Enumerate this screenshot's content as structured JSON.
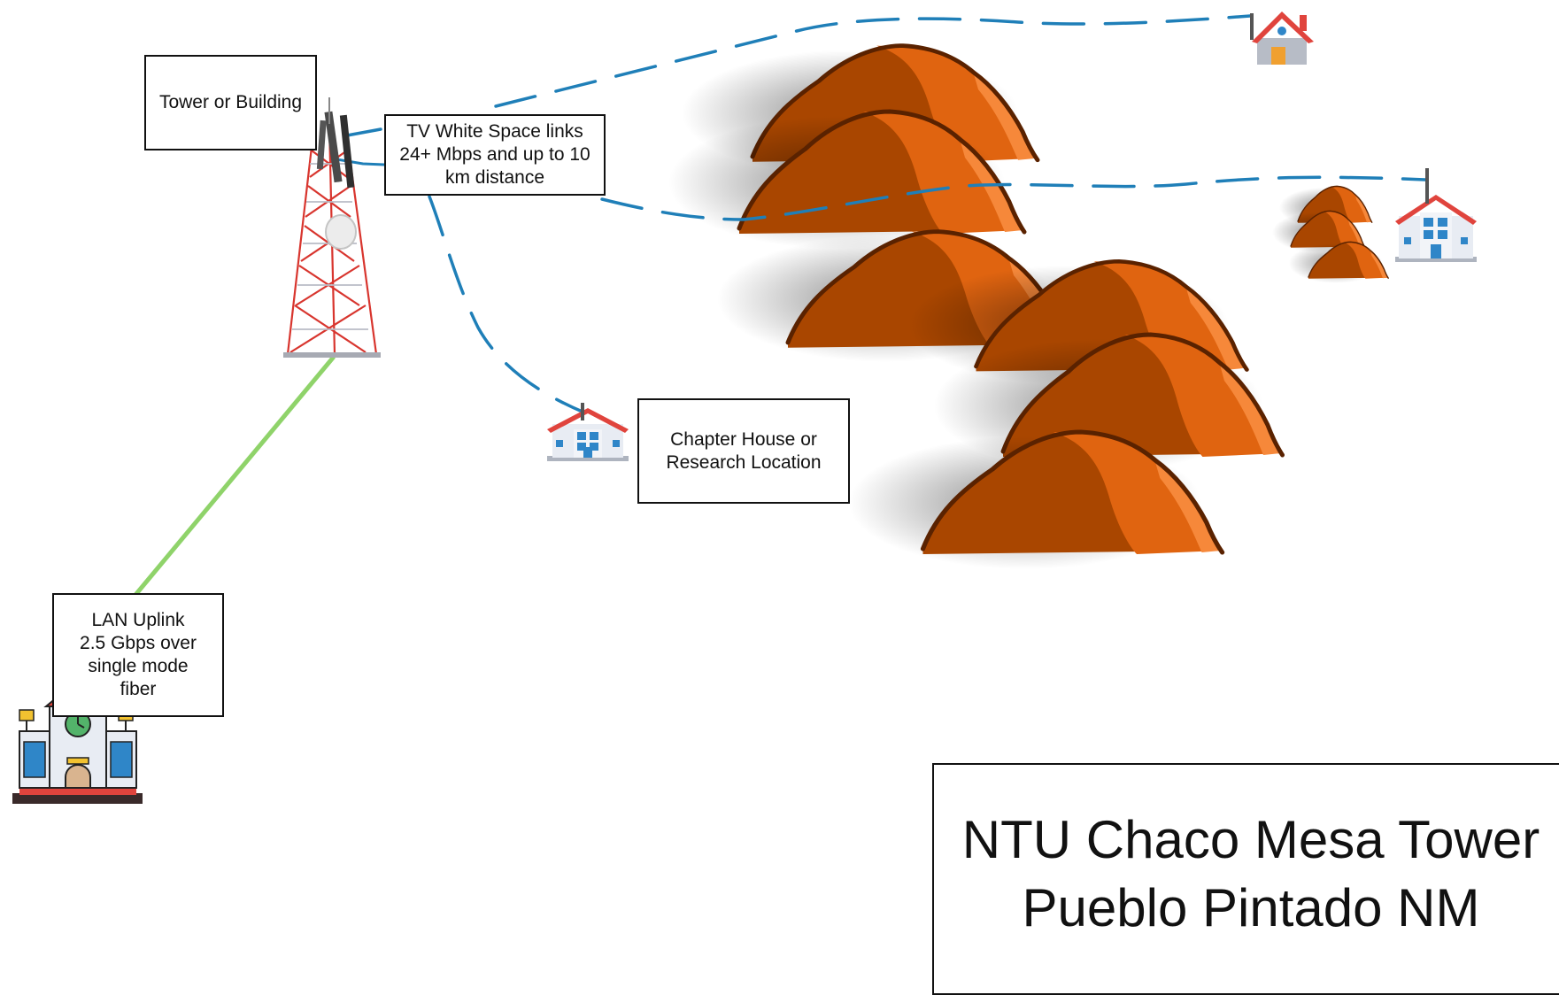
{
  "labels": {
    "tower": "Tower or Building",
    "tvws": "TV White Space links\n24+ Mbps and up to 10\nkm distance",
    "chapter": "Chapter House or\nResearch Location",
    "lan": "LAN Uplink\n2.5 Gbps over\nsingle mode\nfiber",
    "title": "NTU Chaco Mesa Tower\nPueblo Pintado NM"
  },
  "colors": {
    "wireless_link": "#1f7fb8",
    "fiber_link": "#8fd36a",
    "mesa_dark": "#a94600",
    "mesa_mid": "#e06410",
    "mesa_light": "#f6883a",
    "mesa_outline": "#5a2200",
    "tower_red": "#d8352e",
    "tower_white": "#dcdfe8",
    "house_roof": "#e0443d",
    "house_wall": "#e8ecf3",
    "window_blue": "#2f86c8"
  },
  "icons": {
    "tower": "cell-tower-icon",
    "campus": "school-building-icon",
    "chapter_house": "school-house-icon",
    "house": "home-icon",
    "remote_school": "school-house-icon"
  }
}
